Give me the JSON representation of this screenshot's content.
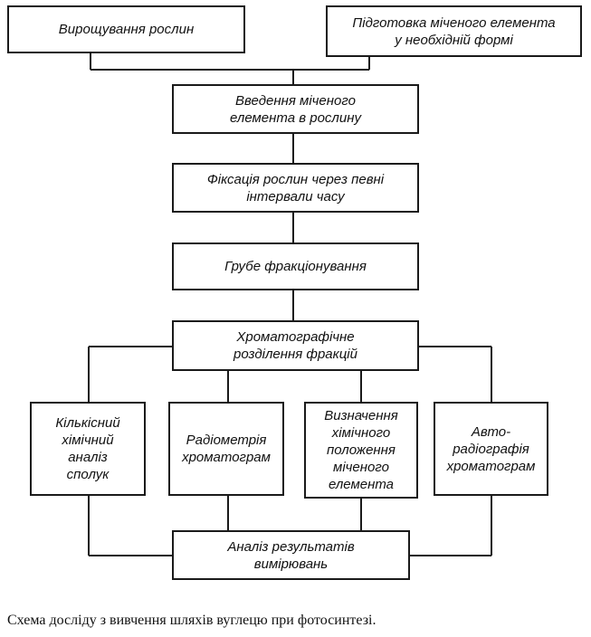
{
  "boxes": {
    "grow": [
      "Вирощування рослин"
    ],
    "prepare": [
      "Підготовка міченого елемента",
      "у необхідній формі"
    ],
    "introduce": [
      "Введення міченого",
      "елемента в рослину"
    ],
    "fixation": [
      "Фіксація рослин через певні",
      "інтервали часу"
    ],
    "fractionation": [
      "Грубе фракціонування"
    ],
    "chromatography": [
      "Хроматографічне",
      "розділення фракцій"
    ],
    "quantitative": [
      "Кількісний",
      "хімічний",
      "аналіз",
      "сполук"
    ],
    "radiometry": [
      "Радіометрія",
      "хроматограм"
    ],
    "position": [
      "Визначення",
      "хімічного",
      "положення",
      "міченого",
      "елемента"
    ],
    "autoradiography": [
      "Авто-",
      "радіографія",
      "хроматограм"
    ],
    "analysis": [
      "Аналіз результатів",
      "вимірювань"
    ]
  },
  "caption": "Схема досліду з вивчення шляхів вуглецю при фотосинтезі.",
  "colors": {
    "line": "#1a1a1a",
    "text": "#111111",
    "background": "#ffffff"
  }
}
